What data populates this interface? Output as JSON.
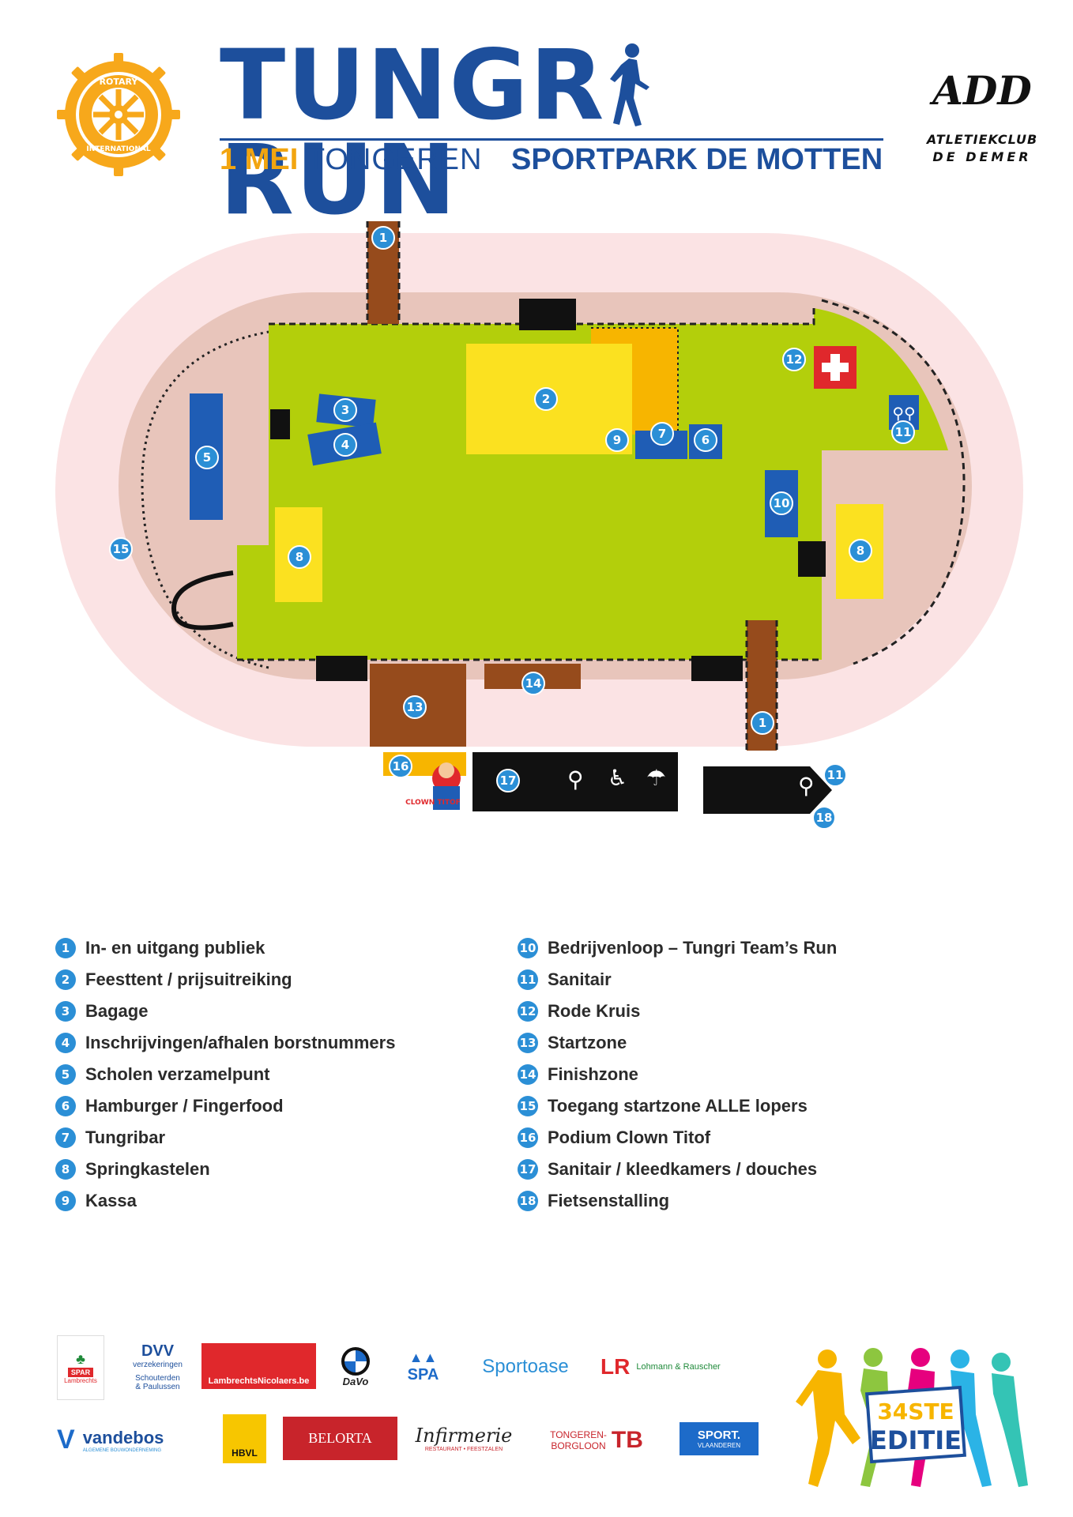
{
  "header": {
    "title_left": "TUNGR",
    "title_right": "RUN",
    "date": "1 MEI",
    "city": "TONGEREN",
    "venue": "SPORTPARK DE MOTTEN",
    "rotary_text_top": "ROTARY",
    "rotary_text_bottom": "INTERNATIONAL",
    "club_initials": "ADD",
    "club_line1": "ATLETIEKCLUB",
    "club_line2": "DE DEMER"
  },
  "map": {
    "colors": {
      "outer_zone": "#fbe3e4",
      "track": "#e8c5bb",
      "field": "#b3cf0b",
      "tent": "#fbe120",
      "bar": "#f7b500",
      "blue_stand": "#1f5db5",
      "brown_zone": "#964b1c",
      "black_block": "#111111",
      "red_cross": "#e0282c",
      "pin": "#2b8fd6"
    },
    "icons": [
      "first-aid-cross-icon",
      "restroom-icon",
      "wheelchair-icon",
      "shower-icon"
    ],
    "clown_label": "CLOWN TITOF"
  },
  "legend": {
    "left": [
      {
        "num": "1",
        "label": "In- en uitgang publiek"
      },
      {
        "num": "2",
        "label": "Feesttent / prijsuitreiking"
      },
      {
        "num": "3",
        "label": "Bagage"
      },
      {
        "num": "4",
        "label": "Inschrijvingen/afhalen borstnummers"
      },
      {
        "num": "5",
        "label": "Scholen verzamelpunt"
      },
      {
        "num": "6",
        "label": "Hamburger / Fingerfood"
      },
      {
        "num": "7",
        "label": "Tungribar"
      },
      {
        "num": "8",
        "label": "Springkastelen"
      },
      {
        "num": "9",
        "label": "Kassa"
      }
    ],
    "right": [
      {
        "num": "10",
        "label": "Bedrijvenloop – Tungri Team’s Run"
      },
      {
        "num": "11",
        "label": "Sanitair"
      },
      {
        "num": "12",
        "label": "Rode Kruis"
      },
      {
        "num": "13",
        "label": "Startzone"
      },
      {
        "num": "14",
        "label": "Finishzone"
      },
      {
        "num": "15",
        "label": "Toegang startzone ALLE lopers"
      },
      {
        "num": "16",
        "label": "Podium Clown Titof"
      },
      {
        "num": "17",
        "label": "Sanitair / kleedkamers / douches"
      },
      {
        "num": "18",
        "label": "Fietsenstalling"
      }
    ]
  },
  "sponsors": {
    "spar": "SPAR",
    "spar_sub": "Lambrechts",
    "dvv": "DVV",
    "dvv_sub": "verzekeringen",
    "dvv_agent1": "Schouterden",
    "dvv_agent2": "& Paulussen",
    "lambrechts": "LambrechtsNicolaers.be",
    "bmw": "DaVo",
    "spa": "SPA",
    "sportoase": "Sportoase",
    "lr": "Lohmann & Rauscher",
    "vandebos": "vandebos",
    "vandebos_sub": "ALGEMENE BOUWONDERNEMING",
    "hbvl": "HBVL",
    "belorta": "BELORTA",
    "infirmerie": "Infirmerie",
    "infirmerie_sub": "RESTAURANT • FEESTZALEN",
    "tongeren": "TONGEREN-",
    "borgloon": "BORGLOON",
    "sport_vlaanderen": "SPORT.",
    "sport_vlaanderen_sub": "VLAANDEREN",
    "edition_line1": "34STE",
    "edition_line2": "EDITIE"
  }
}
